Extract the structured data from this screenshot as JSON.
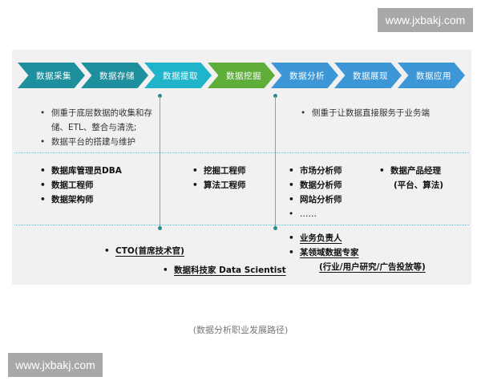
{
  "watermarks": {
    "top": "www.jxbakj.com",
    "bottom": "www.jxbakj.com"
  },
  "diagram": {
    "stages": [
      {
        "label": "数据采集",
        "color": "#1e8f9c"
      },
      {
        "label": "数据存储",
        "color": "#1e8f9c"
      },
      {
        "label": "数据提取",
        "color": "#1fb4c9"
      },
      {
        "label": "数据挖掘",
        "color": "#5fae3a"
      },
      {
        "label": "数据分析",
        "color": "#3d97d6"
      },
      {
        "label": "数据展现",
        "color": "#3d97d6"
      },
      {
        "label": "数据应用",
        "color": "#3d97d6"
      }
    ],
    "left_desc": {
      "line1": "侧重于底层数据的收集和存",
      "line2": "储、ETL、整合与清洗;",
      "line3": "数据平台的搭建与维护"
    },
    "right_desc": "侧重于让数据直接服务于业务端",
    "roles_left": [
      "数据库管理员DBA",
      "数据工程师",
      "数据架构师"
    ],
    "roles_middle": [
      "挖掘工程师",
      "算法工程师"
    ],
    "roles_right": [
      "市场分析师",
      "数据分析师",
      "网站分析师",
      "……"
    ],
    "roles_far_right": {
      "line1": "数据产品经理",
      "line2": "(平台、算法)"
    },
    "senior_left": [
      "CTO(首席技术官)",
      "数据科技家 Data Scientist"
    ],
    "senior_right": {
      "items": [
        "业务负责人",
        "某领域数据专家"
      ],
      "note": "(行业/用户研究/广告投放等)"
    }
  },
  "caption": "(数据分析职业发展路径)"
}
